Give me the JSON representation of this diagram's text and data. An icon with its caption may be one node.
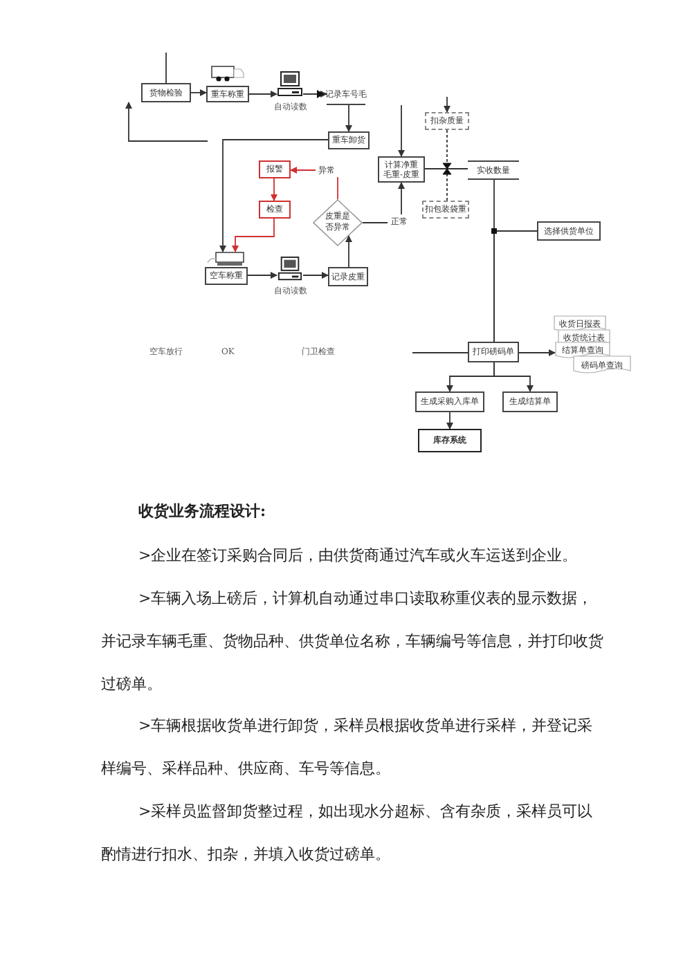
{
  "diagram": {
    "title": "收货业务流程设计:",
    "nodes": [
      {
        "text": [
          "货物检验"
        ]
      },
      {
        "text": [
          "重车称重"
        ]
      },
      {
        "text": [],
        "shape": "picture",
        "beside": [
          "自动读数"
        ]
      },
      {
        "text": [
          "记录车号毛"
        ]
      },
      {
        "text": [
          "重车卸货"
        ]
      },
      {
        "text": [
          "报警"
        ]
      },
      {
        "text": [
          "检查"
        ]
      },
      {
        "text": [
          "异常"
        ]
      },
      {
        "text": [
          "皮重是否异常"
        ]
      },
      {
        "text": [
          "正常"
        ]
      },
      {
        "text": [
          "计算净重",
          "毛重-皮重"
        ]
      },
      {
        "text": [
          "空车称重"
        ]
      },
      {
        "text": [],
        "shape": "picture",
        "beside": [
          "自动读数"
        ]
      },
      {
        "text": [
          "记录皮重"
        ]
      },
      {
        "text": [
          "扣杂质量"
        ]
      },
      {
        "text": [
          "扣包装袋重"
        ]
      },
      {
        "text": [
          "实收数量"
        ]
      },
      {
        "text": [
          "选择供货单位"
        ]
      },
      {
        "text": [
          "打印磅码单"
        ]
      },
      {
        "text": [
          "收货日报表"
        ]
      },
      {
        "text": [
          "收货统计表"
        ]
      },
      {
        "text": [
          "结算单查询"
        ]
      },
      {
        "text": [
          "磅码单查询"
        ]
      },
      {
        "text": [
          "生成采购入库单"
        ]
      },
      {
        "text": [
          "生成结算单"
        ]
      },
      {
        "text": [
          "库存系统"
        ]
      }
    ],
    "edges": [
      {
        "from": null,
        "to": 0,
        "arrow": "none"
      },
      {
        "from": 0,
        "to": 1,
        "arrow": "to"
      },
      {
        "from": 1,
        "to": 2,
        "arrow": "to"
      },
      {
        "from": 2,
        "to": 3,
        "arrow": "to"
      },
      {
        "from": 3,
        "to": 4,
        "arrow": "to"
      },
      {
        "from": 4,
        "to": 11,
        "arrow": "to"
      },
      {
        "from": 5,
        "to": 6,
        "arrow": "to",
        "color": "#d03030"
      },
      {
        "from": 7,
        "to": 5,
        "arrow": "to",
        "color": "#d03030"
      },
      {
        "from": 8,
        "to": 7,
        "arrow": "none",
        "color": "#d03030"
      },
      {
        "from": 6,
        "to": 11,
        "arrow": "to",
        "color": "#d03030"
      },
      {
        "from": 11,
        "to": 12,
        "arrow": "to"
      },
      {
        "from": 12,
        "to": 13,
        "arrow": "to"
      },
      {
        "from": 13,
        "to": 8,
        "arrow": "to"
      },
      {
        "from": 8,
        "to": 9,
        "arrow": "none"
      },
      {
        "from": 9,
        "to": 10,
        "arrow": "to"
      },
      {
        "from": null,
        "to": 10,
        "arrow": "to"
      },
      {
        "from": 10,
        "to": 16,
        "arrow": "none"
      },
      {
        "from": 14,
        "to": 15,
        "arrow": "none",
        "style": "dashed"
      },
      {
        "from": null,
        "to": 14,
        "arrow": "to"
      },
      {
        "from": 16,
        "to": 18,
        "arrow": "none"
      },
      {
        "from": 17,
        "to": 18,
        "arrow": "none"
      },
      {
        "from": null,
        "to": 18,
        "arrow": "none"
      },
      {
        "from": 18,
        "to": 21,
        "arrow": "to"
      },
      {
        "from": 18,
        "to": 23,
        "arrow": "to"
      },
      {
        "from": 18,
        "to": 24,
        "arrow": "to"
      },
      {
        "from": 23,
        "to": 25,
        "arrow": "to"
      },
      {
        "from": null,
        "to": 0,
        "arrow": "to"
      }
    ],
    "labels": [
      "空车放行",
      "OK",
      "门卫检查",
      ">企业在签订采购合同后，由供货商通过汽车或火车运送到企业。",
      ">车辆入场上磅后，计算机自动通过串口读取称重仪表的显示数据，并记录车辆毛重、货物品种、供货单位名称，车辆编号等信息，并打印收货过磅单。",
      ">车辆根据收货单进行卸货，采样员根据收货单进行采样，并登记采样编号、采样品种、供应商、车号等信息。",
      ">采样员监督卸货整过程，如出现水分超标、含有杂质，采样员可以酌情进行扣水、扣杂，并填入收货过磅单。"
    ]
  }
}
